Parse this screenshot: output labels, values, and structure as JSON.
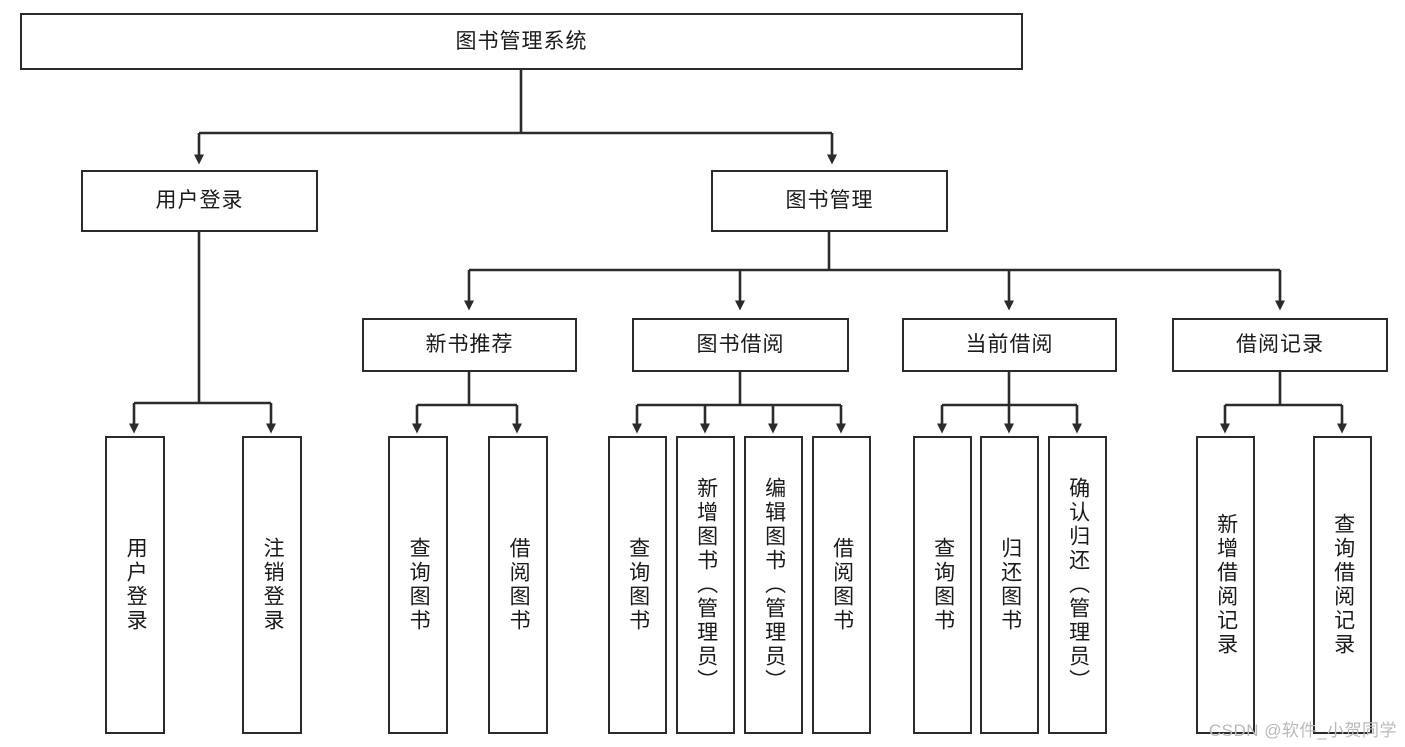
{
  "diagram": {
    "title": "图书管理系统",
    "type": "tree-hierarchy-chart",
    "colors": {
      "box_border": "#2b2b2b",
      "box_fill": "#ffffff",
      "connector": "#2b2b2b",
      "text": "#1a1a1a",
      "watermark": "#b9b9b9"
    },
    "root": {
      "label": "图书管理系统"
    },
    "level2": [
      {
        "label": "用户登录"
      },
      {
        "label": "图书管理"
      }
    ],
    "level3": [
      {
        "label": "新书推荐"
      },
      {
        "label": "图书借阅"
      },
      {
        "label": "当前借阅"
      },
      {
        "label": "借阅记录"
      }
    ],
    "leaves": {
      "user_login": [
        {
          "label": "用户登录"
        },
        {
          "label": "注销登录"
        }
      ],
      "new_book_recommend": [
        {
          "label": "查询图书"
        },
        {
          "label": "借阅图书"
        }
      ],
      "book_borrow": [
        {
          "label": "查询图书"
        },
        {
          "label": "新增图书（管理员）"
        },
        {
          "label": "编辑图书（管理员）"
        },
        {
          "label": "借阅图书"
        }
      ],
      "current_borrow": [
        {
          "label": "查询图书"
        },
        {
          "label": "归还图书"
        },
        {
          "label": "确认归还（管理员）"
        }
      ],
      "borrow_record": [
        {
          "label": "新增借阅记录"
        },
        {
          "label": "查询借阅记录"
        }
      ]
    }
  },
  "watermark": {
    "text": "CSDN @软件_小贺同学"
  }
}
